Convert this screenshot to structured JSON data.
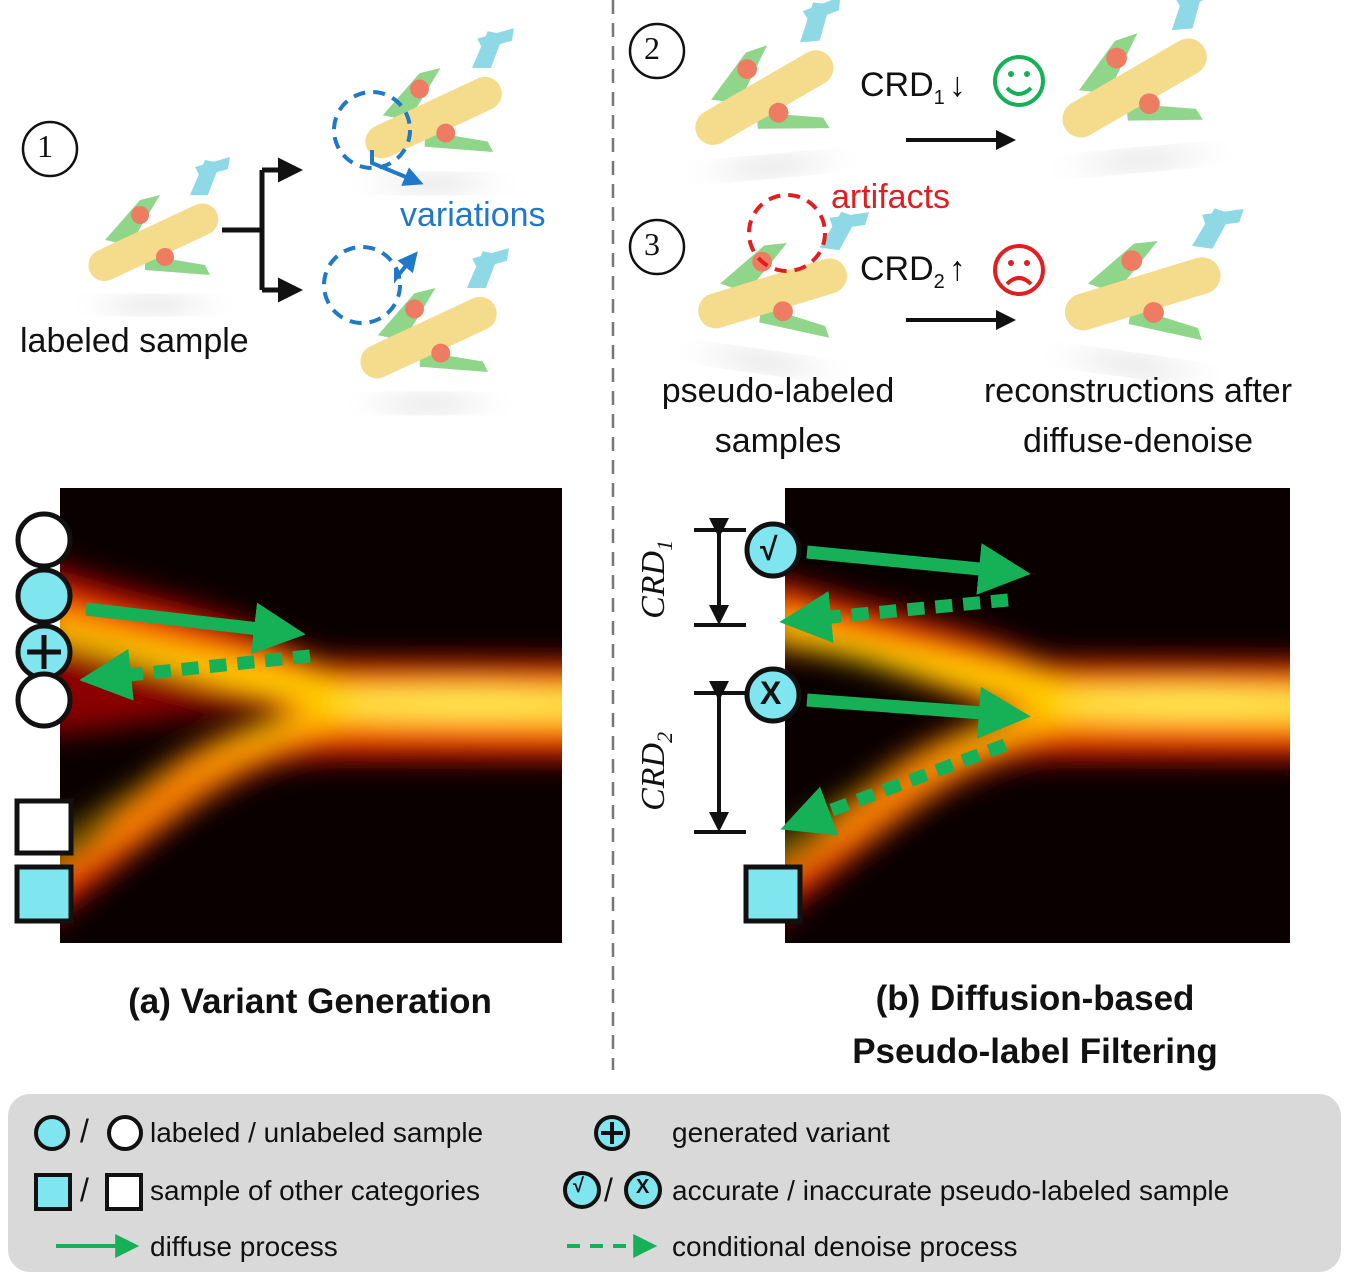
{
  "colors": {
    "cyan": "#7fe5ef",
    "green": "#16b057",
    "blue": "#1f78c8",
    "red": "#e02020",
    "legend_bg": "#d9d9d9",
    "airplane_body": "#f4dc8c",
    "airplane_wing": "#8fd68a",
    "airplane_engine": "#ee7c62",
    "airplane_tail": "#8fd9e6"
  },
  "top_left": {
    "step_number": "1",
    "labeled_sample": "labeled sample",
    "variations": "variations"
  },
  "top_right": {
    "step2_number": "2",
    "step3_number": "3",
    "crd1_label": "CRD",
    "crd1_sub": "1",
    "crd1_arrow": "↓",
    "crd2_label": "CRD",
    "crd2_sub": "2",
    "crd2_arrow": "↑",
    "artifacts": "artifacts",
    "happy_face": "☺",
    "sad_face": "☹",
    "pseudo_labeled_line1": "pseudo-labeled",
    "pseudo_labeled_line2": "samples",
    "reconstructions_line1": "reconstructions after",
    "reconstructions_line2": "diffuse-denoise"
  },
  "panel_a": {
    "caption": "(a) Variant Generation"
  },
  "panel_b": {
    "caption_line1": "(b) Diffusion-based",
    "caption_line2": "Pseudo-label Filtering",
    "crd1_axis": "CRD",
    "crd1_axis_sub": "1",
    "crd2_axis": "CRD",
    "crd2_axis_sub": "2",
    "check_symbol": "√",
    "cross_symbol": "X"
  },
  "legend": {
    "labeled_unlabeled": "labeled / unlabeled sample",
    "other_categories": "sample of other categories",
    "diffuse_process": "diffuse process",
    "generated_variant": "generated variant",
    "accurate_inaccurate": "accurate / inaccurate pseudo-labeled sample",
    "conditional_denoise": "conditional denoise process",
    "slash": "/",
    "check_symbol": "√",
    "cross_symbol": "X"
  }
}
